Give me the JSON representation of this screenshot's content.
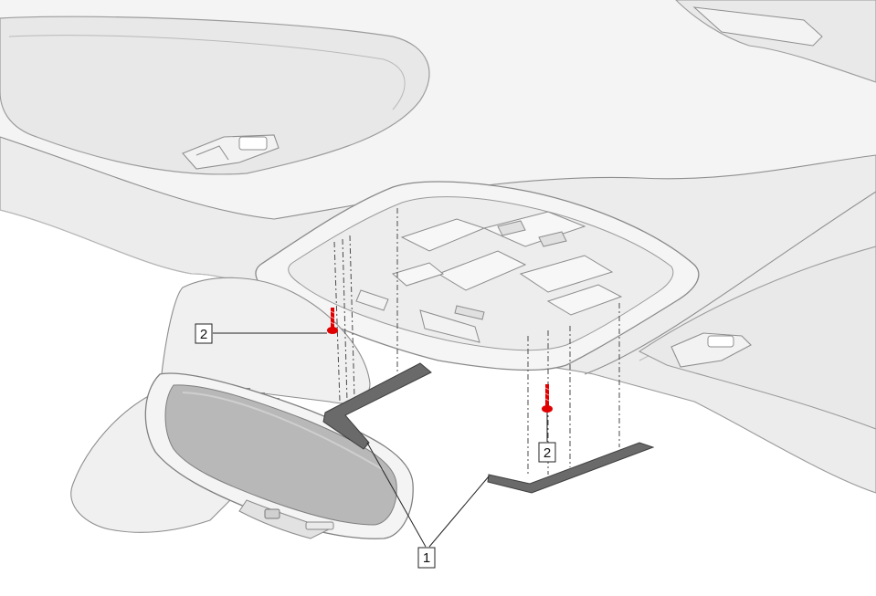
{
  "callouts": {
    "trim_cover_label": "1",
    "screw_left_label": "2",
    "screw_right_label": "2"
  },
  "colors": {
    "background": "#ffffff",
    "panel": "#ececec",
    "panel_highlight": "#f6f6f6",
    "trim_cover": "#6a6a6a",
    "screw": "#e00000",
    "line": "#8f8f8f"
  }
}
